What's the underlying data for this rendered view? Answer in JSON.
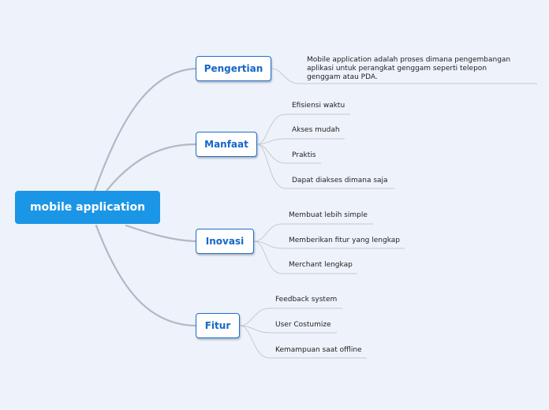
{
  "root": {
    "label": "mobile application"
  },
  "colors": {
    "root_fill": "#1b96e6",
    "topic_border": "#1b6fd1",
    "topic_text": "#1566c9",
    "branch_line": "#b3b8c2",
    "leaf_line": "#c4c9d2",
    "background": "#eef3fb"
  },
  "topics": [
    {
      "label": "Pengertian",
      "children": [
        "Mobile application adalah proses dimana pengembangan aplikasi untuk perangkat genggam seperti telepon genggam atau PDA."
      ]
    },
    {
      "label": "Manfaat",
      "children": [
        "Efisiensi waktu",
        "Akses mudah",
        "Praktis",
        "Dapat diakses dimana saja"
      ]
    },
    {
      "label": "Inovasi",
      "children": [
        "Membuat lebih simple",
        "Memberikan fitur yang lengkap",
        "Merchant lengkap"
      ]
    },
    {
      "label": "Fitur",
      "children": [
        "Feedback system",
        "User Costumize",
        "Kemampuan saat offline"
      ]
    }
  ]
}
